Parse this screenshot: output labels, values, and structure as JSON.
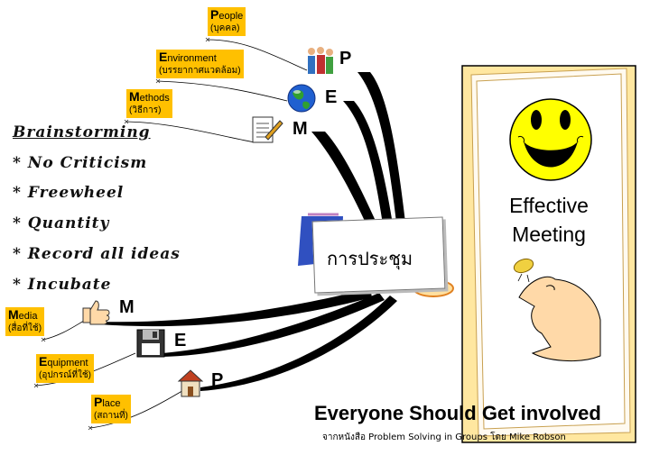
{
  "center_label": "การประชุม",
  "branches": [
    {
      "letter": "P",
      "label_initial": "P",
      "label_rest": "eople",
      "label_thai": "(บุคคล)",
      "icon": "people-icon"
    },
    {
      "letter": "E",
      "label_initial": "E",
      "label_rest": "nvironment",
      "label_thai": "(บรรยากาศแวดล้อม)",
      "icon": "globe-icon"
    },
    {
      "letter": "M",
      "label_initial": "M",
      "label_rest": "ethods",
      "label_thai": "(วิธีการ)",
      "icon": "document-pen-icon"
    },
    {
      "letter": "M",
      "label_initial": "M",
      "label_rest": "edia",
      "label_thai": "(สื่อที่ใช้)",
      "icon": "thumbs-up-icon"
    },
    {
      "letter": "E",
      "label_initial": "E",
      "label_rest": "quipment",
      "label_thai": "(อุปกรณ์ที่ใช้)",
      "icon": "floppy-disk-icon"
    },
    {
      "letter": "P",
      "label_initial": "P",
      "label_rest": "lace",
      "label_thai": "(สถานที่)",
      "icon": "house-icon"
    }
  ],
  "brainstorming": {
    "title": "Brainstorming",
    "items": [
      "* No Criticism",
      "* Freewheel",
      "* Quantity",
      "* Record all ideas",
      "* Incubate"
    ]
  },
  "effective_meeting": {
    "line1": "Effective",
    "line2": "Meeting",
    "icon": "smiley-face-icon",
    "coin_icon": "coin-hand-icon"
  },
  "footer": {
    "title": "Everyone Should Get involved",
    "source": "จากหนังสือ Problem Solving in Groups โดย Mike Robson"
  },
  "colors": {
    "label_bg": "#ffc000",
    "panel_frame": "#ffe7a0",
    "panel_border": "#c8a050",
    "smiley": "#ffff00",
    "hand": "#ffd9a8"
  }
}
